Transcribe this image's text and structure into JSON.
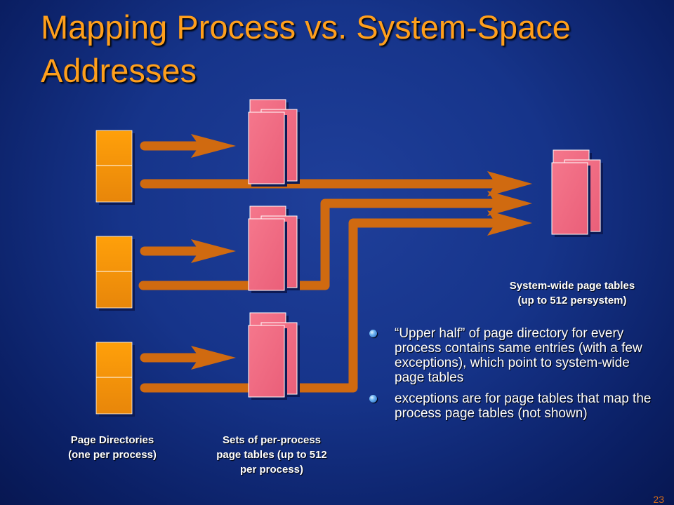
{
  "title": "Mapping Process vs. System-Space Addresses",
  "labels": {
    "page_directories": [
      "Page Directories",
      "(one per process)"
    ],
    "per_process_tables": [
      "Sets of per-process",
      "page tables (up to 512",
      "per process)"
    ],
    "system_tables": [
      "System-wide page tables",
      "(up to 512 persystem)"
    ]
  },
  "bullets": [
    "“Upper half” of page directory for every process contains same entries (with a few exceptions), which point to system-wide page tables",
    "exceptions are for page tables that map the process page tables (not shown)"
  ],
  "slide_number": "23",
  "colors": {
    "title": "#ff9f1c",
    "arrow": "#d06a10",
    "page_directory": "#f79a0e",
    "page_table": "#f06b82"
  }
}
